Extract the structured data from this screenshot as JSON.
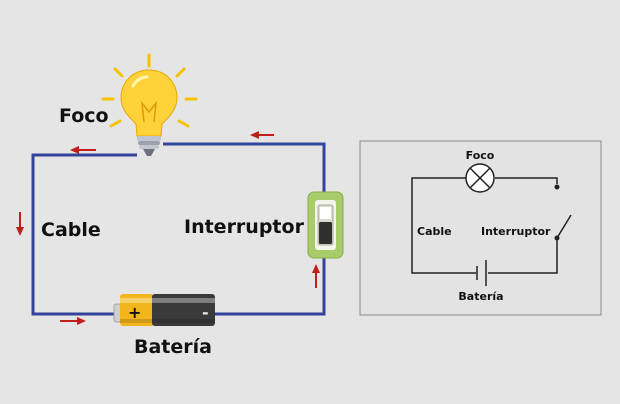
{
  "pictorial": {
    "labels": {
      "bulb": "Foco",
      "cable": "Cable",
      "switch": "Interruptor",
      "battery": "Batería"
    },
    "battery_marks": {
      "positive": "+",
      "negative": "-"
    },
    "colors": {
      "wire": "#34439a",
      "arrow": "#c0201a",
      "bulb_glass": "#ffd23a",
      "bulb_rays": "#f5c100",
      "switch_body": "#a8cc6a",
      "battery_gold": "#f2b51c",
      "battery_dark": "#3a3a3a"
    }
  },
  "schematic": {
    "labels": {
      "bulb": "Foco",
      "cable": "Cable",
      "switch": "Interruptor",
      "battery": "Batería"
    },
    "colors": {
      "panel_bg": "#e3e3e3",
      "panel_border": "#8a8a8a",
      "line": "#222222"
    }
  },
  "background": "#e5e5e5"
}
